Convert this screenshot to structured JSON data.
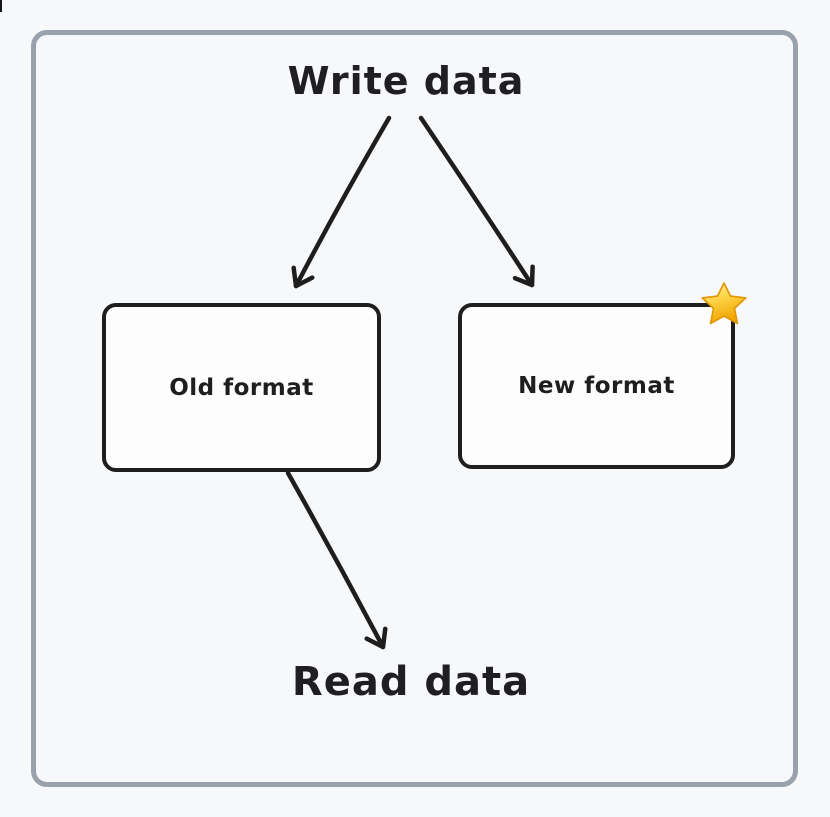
{
  "diagram": {
    "title": "Write data",
    "footer": "Read data",
    "nodes": [
      {
        "id": "old-format",
        "label": "Old format"
      },
      {
        "id": "new-format",
        "label": "New format",
        "badge": "star-icon"
      }
    ],
    "edges": [
      {
        "from": "write-data",
        "to": "old-format"
      },
      {
        "from": "write-data",
        "to": "new-format"
      },
      {
        "from": "old-format",
        "to": "read-data"
      }
    ]
  },
  "colors": {
    "page_background": "#f7f8fa",
    "frame_border": "#99a1ad",
    "stroke": "#1e1e1e",
    "node_fill": "#fdfdfe",
    "star_gold_dark": "#f0a500",
    "star_gold_light": "#fff3b0",
    "star_outline": "#e09600"
  }
}
